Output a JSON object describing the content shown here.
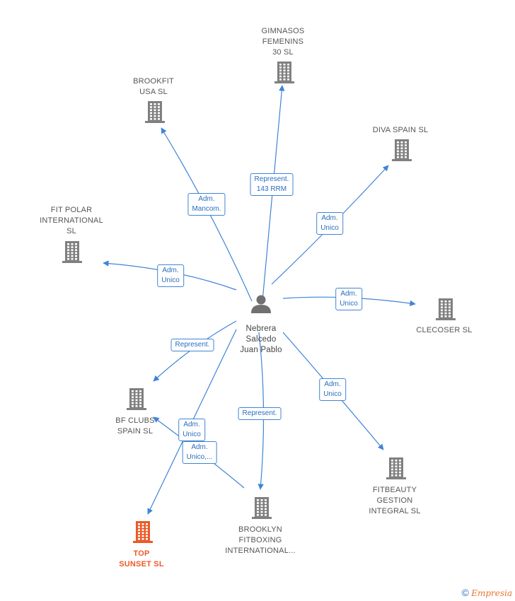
{
  "center": {
    "id": "person",
    "label": "Nebrera\nSalcedo\nJuan Pablo",
    "icon": "person-icon"
  },
  "companies": [
    {
      "id": "gimnasos",
      "label": "GIMNASOS\nFEMENINS\n30 SL",
      "icon": "building-icon",
      "highlight": false
    },
    {
      "id": "brookfit",
      "label": "BROOKFIT\nUSA  SL",
      "icon": "building-icon",
      "highlight": false
    },
    {
      "id": "diva",
      "label": "DIVA SPAIN SL",
      "icon": "building-icon",
      "highlight": false
    },
    {
      "id": "fitpolar",
      "label": "FIT POLAR\nINTERNATIONAL\nSL",
      "icon": "building-icon",
      "highlight": false
    },
    {
      "id": "clecoser",
      "label": "CLECOSER  SL",
      "icon": "building-icon",
      "highlight": false
    },
    {
      "id": "bfclubs",
      "label": "BF CLUBS\nSPAIN  SL",
      "icon": "building-icon",
      "highlight": false
    },
    {
      "id": "fitbeauty",
      "label": "FITBEAUTY\nGESTION\nINTEGRAL SL",
      "icon": "building-icon",
      "highlight": false
    },
    {
      "id": "brooklyn",
      "label": "BROOKLYN\nFITBOXING\nINTERNATIONAL...",
      "icon": "building-icon",
      "highlight": false
    },
    {
      "id": "topsunset",
      "label": "TOP\nSUNSET  SL",
      "icon": "building-icon",
      "highlight": true
    }
  ],
  "edges": [
    {
      "to": "gimnasos",
      "label": "Represent.\n143 RRM"
    },
    {
      "to": "brookfit",
      "label": "Adm.\nMancom."
    },
    {
      "to": "diva",
      "label": "Adm.\nUnico"
    },
    {
      "to": "fitpolar",
      "label": "Adm.\nUnico"
    },
    {
      "to": "clecoser",
      "label": "Adm.\nUnico"
    },
    {
      "to": "bfclubs",
      "label": "Represent."
    },
    {
      "to": "fitbeauty",
      "label": "Adm.\nUnico"
    },
    {
      "to": "brooklyn",
      "label": "Represent."
    },
    {
      "to": "topsunset",
      "label": "Adm.\nUnico"
    },
    {
      "to": "bfclubs",
      "label": "Adm.\nUnico,..."
    }
  ],
  "footer": {
    "copyright": "©",
    "brand": "Empresia"
  },
  "colors": {
    "edge": "#3f84d6",
    "node": "#808080",
    "highlight": "#ec5a26"
  }
}
